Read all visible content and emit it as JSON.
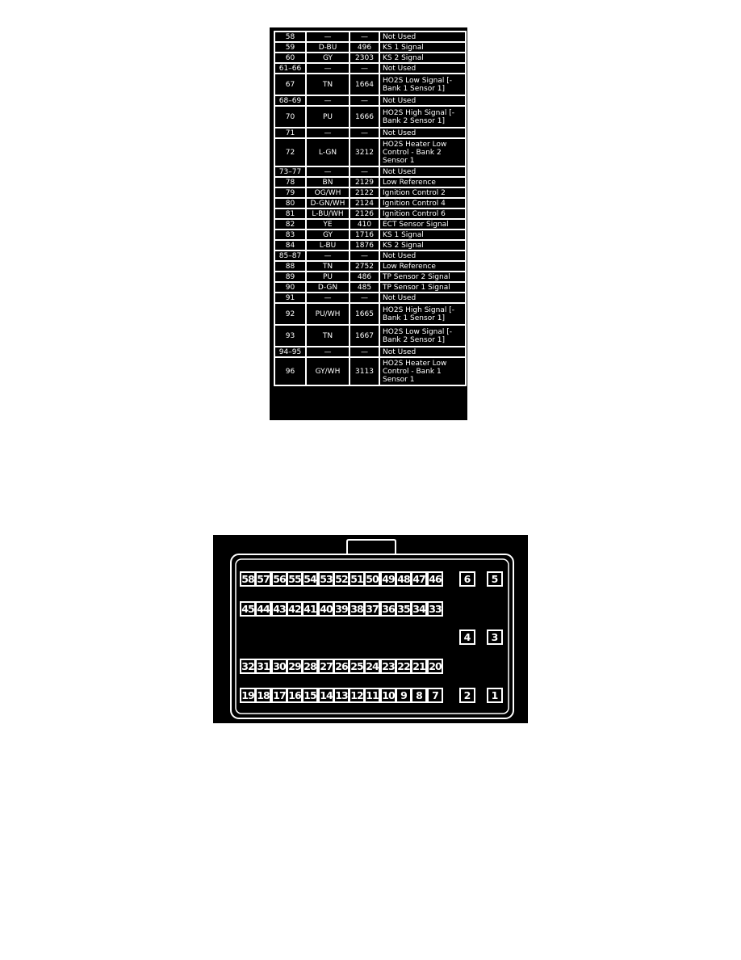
{
  "table": {
    "rows": [
      {
        "pin": "58",
        "color": "—",
        "circuit": "—",
        "function": "Not Used",
        "lines": 1
      },
      {
        "pin": "59",
        "color": "D-BU",
        "circuit": "496",
        "function": "KS 1 Signal",
        "lines": 1
      },
      {
        "pin": "60",
        "color": "GY",
        "circuit": "2303",
        "function": "KS 2 Signal",
        "lines": 1
      },
      {
        "pin": "61–66",
        "color": "—",
        "circuit": "—",
        "function": "Not Used",
        "lines": 1
      },
      {
        "pin": "67",
        "color": "TN",
        "circuit": "1664",
        "function": "HO2S Low Signal [- Bank 1 Sensor 1]",
        "lines": 2
      },
      {
        "pin": "68–69",
        "color": "—",
        "circuit": "—",
        "function": "Not Used",
        "lines": 1
      },
      {
        "pin": "70",
        "color": "PU",
        "circuit": "1666",
        "function": "HO2S High Signal [- Bank 2 Sensor 1]",
        "lines": 2
      },
      {
        "pin": "71",
        "color": "—",
        "circuit": "—",
        "function": "Not Used",
        "lines": 1
      },
      {
        "pin": "72",
        "color": "L-GN",
        "circuit": "3212",
        "function": "HO2S Heater Low Control - Bank 2 Sensor 1",
        "lines": 3
      },
      {
        "pin": "73–77",
        "color": "—",
        "circuit": "—",
        "function": "Not Used",
        "lines": 1
      },
      {
        "pin": "78",
        "color": "BN",
        "circuit": "2129",
        "function": "Low Reference",
        "lines": 1
      },
      {
        "pin": "79",
        "color": "OG/WH",
        "circuit": "2122",
        "function": "Ignition Control 2",
        "lines": 1
      },
      {
        "pin": "80",
        "color": "D-GN/WH",
        "circuit": "2124",
        "function": "Ignition Control 4",
        "lines": 1
      },
      {
        "pin": "81",
        "color": "L-BU/WH",
        "circuit": "2126",
        "function": "Ignition Control 6",
        "lines": 1
      },
      {
        "pin": "82",
        "color": "YE",
        "circuit": "410",
        "function": "ECT Sensor Signal",
        "lines": 1
      },
      {
        "pin": "83",
        "color": "GY",
        "circuit": "1716",
        "function": "KS 1 Signal",
        "lines": 1
      },
      {
        "pin": "84",
        "color": "L-BU",
        "circuit": "1876",
        "function": "KS 2 Signal",
        "lines": 1
      },
      {
        "pin": "85–87",
        "color": "—",
        "circuit": "—",
        "function": "Not Used",
        "lines": 1
      },
      {
        "pin": "88",
        "color": "TN",
        "circuit": "2752",
        "function": "Low Reference",
        "lines": 1
      },
      {
        "pin": "89",
        "color": "PU",
        "circuit": "486",
        "function": "TP Sensor 2 Signal",
        "lines": 1
      },
      {
        "pin": "90",
        "color": "D-GN",
        "circuit": "485",
        "function": "TP Sensor 1 Signal",
        "lines": 1
      },
      {
        "pin": "91",
        "color": "—",
        "circuit": "—",
        "function": "Not Used",
        "lines": 1
      },
      {
        "pin": "92",
        "color": "PU/WH",
        "circuit": "1665",
        "function": "HO2S High Signal [- Bank 1 Sensor 1]",
        "lines": 2
      },
      {
        "pin": "93",
        "color": "TN",
        "circuit": "1667",
        "function": "HO2S Low Signal [- Bank 2 Sensor 1]",
        "lines": 2
      },
      {
        "pin": "94–95",
        "color": "—",
        "circuit": "—",
        "function": "Not Used",
        "lines": 1
      },
      {
        "pin": "96",
        "color": "GY/WH",
        "circuit": "3113",
        "function": "HO2S Heater Low Control - Bank 1 Sensor 1",
        "lines": 3
      }
    ]
  },
  "connector": {
    "row_a": [
      "58",
      "57",
      "56",
      "55",
      "54",
      "53",
      "52",
      "51",
      "50",
      "49",
      "48",
      "47",
      "46"
    ],
    "row_b": [
      "45",
      "44",
      "43",
      "42",
      "41",
      "40",
      "39",
      "38",
      "37",
      "36",
      "35",
      "34",
      "33"
    ],
    "row_c": [
      "32",
      "31",
      "30",
      "29",
      "28",
      "27",
      "26",
      "25",
      "24",
      "23",
      "22",
      "21",
      "20"
    ],
    "row_d": [
      "19",
      "18",
      "17",
      "16",
      "15",
      "14",
      "13",
      "12",
      "11",
      "10",
      "9",
      "8",
      "7"
    ],
    "big_pins": [
      {
        "label": "6"
      },
      {
        "label": "5"
      },
      {
        "label": "4"
      },
      {
        "label": "3"
      },
      {
        "label": "2"
      },
      {
        "label": "1"
      }
    ],
    "colors": {
      "background": "#000000",
      "foreground": "#ffffff"
    }
  }
}
